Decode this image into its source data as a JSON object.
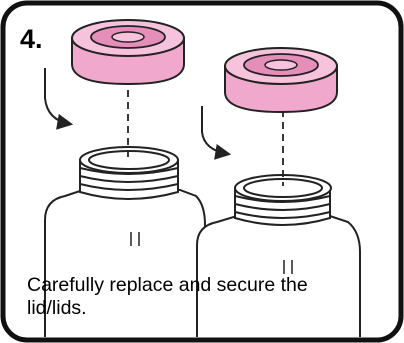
{
  "step_number": "4.",
  "instruction": "Carefully replace and secure the lid/lids.",
  "colors": {
    "frame": "#111111",
    "lid_fill": "#f0a8cc",
    "lid_top": "#f7c3dc",
    "lid_ring": "#e48eb9",
    "bottle_fill": "#ffffff",
    "outline": "#222222"
  },
  "illustration": {
    "objects": [
      "lid-left",
      "lid-right",
      "bottle-left",
      "bottle-right"
    ],
    "arrows": [
      "curved-down-arrow-left",
      "curved-down-arrow-right"
    ],
    "guides": [
      "dashed-guide-left",
      "dashed-guide-right"
    ]
  }
}
